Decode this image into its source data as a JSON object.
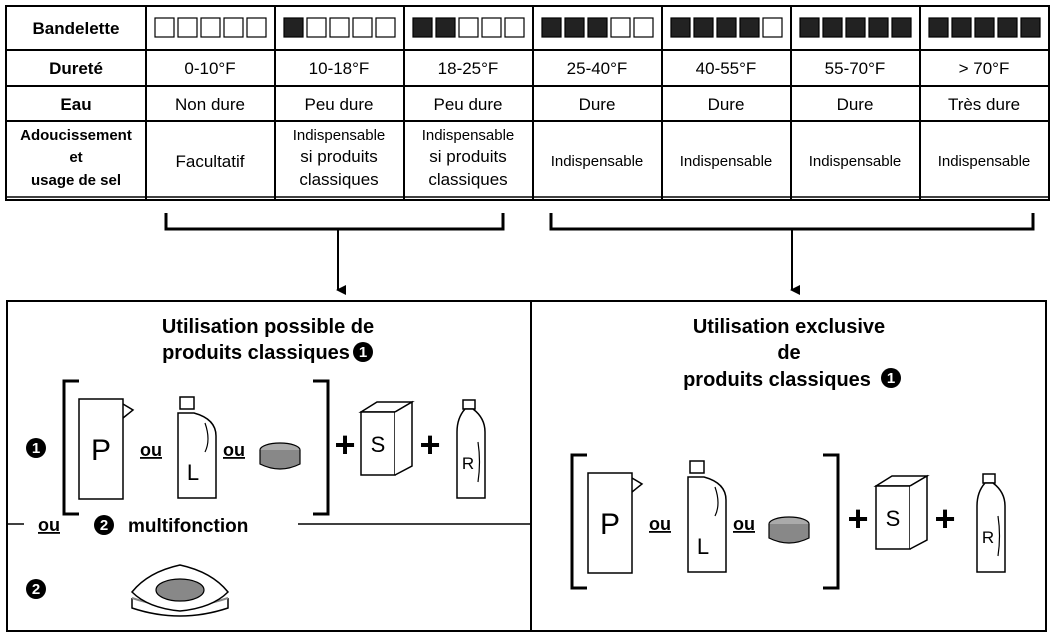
{
  "table": {
    "row_labels": {
      "strip": "Bandelette",
      "hardness": "Dureté",
      "water": "Eau",
      "softening": [
        "Adoucissement",
        "et",
        "usage de sel"
      ]
    },
    "columns": [
      {
        "filled_squares": 0,
        "hardness": "0-10°F",
        "water": "Non dure",
        "softening": [
          "Facultatif"
        ]
      },
      {
        "filled_squares": 1,
        "hardness": "10-18°F",
        "water": "Peu dure",
        "softening": [
          "Indispensable",
          "si produits",
          "classiques"
        ]
      },
      {
        "filled_squares": 2,
        "hardness": "18-25°F",
        "water": "Peu dure",
        "softening": [
          "Indispensable",
          "si produits",
          "classiques"
        ]
      },
      {
        "filled_squares": 3,
        "hardness": "25-40°F",
        "water": "Dure",
        "softening": [
          "Indispensable"
        ]
      },
      {
        "filled_squares": 4,
        "hardness": "40-55°F",
        "water": "Dure",
        "softening": [
          "Indispensable"
        ]
      },
      {
        "filled_squares": 5,
        "hardness": "55-70°F",
        "water": "Dure",
        "softening": [
          "Indispensable"
        ]
      },
      {
        "filled_squares": 5,
        "hardness": "> 70°F",
        "water": "Très dure",
        "softening": [
          "Indispensable"
        ]
      }
    ]
  },
  "left_panel": {
    "title_lines": [
      "Utilisation possible de",
      "produits classiques"
    ],
    "marker_1": "1",
    "row1_marker": "1",
    "or_word": "ou",
    "multifunction_label": "multifonction",
    "marker_2": "2",
    "row2_marker": "2"
  },
  "right_panel": {
    "title_lines": [
      "Utilisation exclusive",
      "de",
      "produits classiques"
    ],
    "marker_1": "1"
  },
  "products": {
    "powder": "P",
    "liquid": "L",
    "salt": "S",
    "rinse": "R",
    "or_word": "ou",
    "plus": "+"
  }
}
